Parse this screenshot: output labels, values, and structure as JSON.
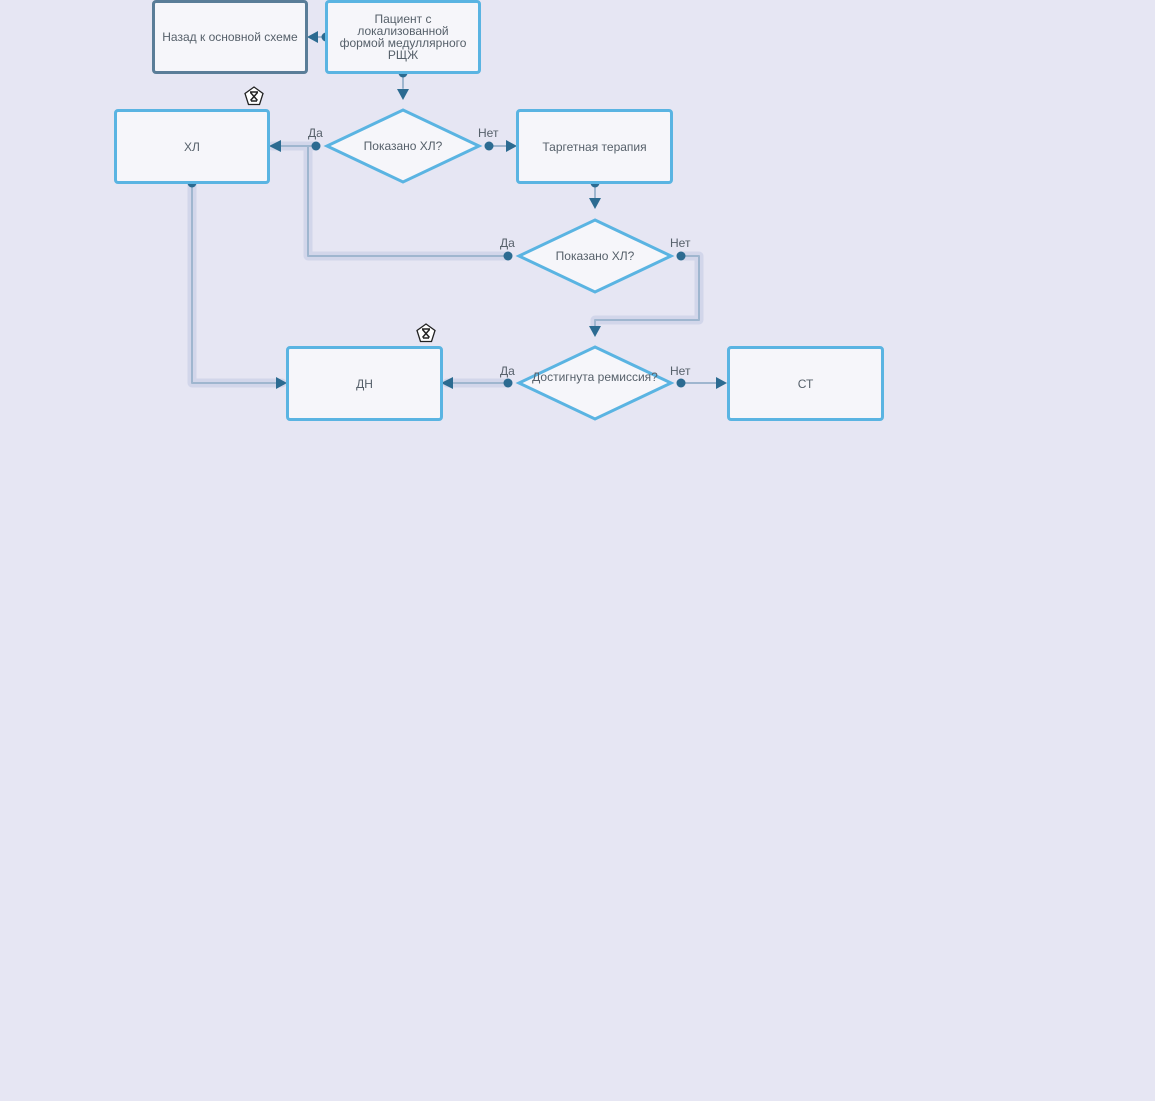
{
  "colors": {
    "background": "#e6e6f3",
    "node_fill": "#f6f6fa",
    "node_border": "#5ab4e2",
    "back_border": "#5a7d98",
    "connector": "#9fb6cf",
    "arrow": "#2c6b91",
    "text": "#56606a"
  },
  "nodes": {
    "back": "Назад к основной схеме",
    "patient": "Пациент с локализованной формой медуллярного РЩЖ",
    "hl": "ХЛ",
    "targeted": "Таргетная терапия",
    "dn": "ДН",
    "st": "СТ"
  },
  "decisions": {
    "d1": "Показано ХЛ?",
    "d2": "Показано ХЛ?",
    "d3": "Достигнута ремиссия?"
  },
  "edge_labels": {
    "d1_yes": "Да",
    "d1_no": "Нет",
    "d2_yes": "Да",
    "d2_no": "Нет",
    "d3_yes": "Да",
    "d3_no": "Нет"
  },
  "badges": [
    "expert-badge-icon",
    "expert-badge-icon"
  ]
}
